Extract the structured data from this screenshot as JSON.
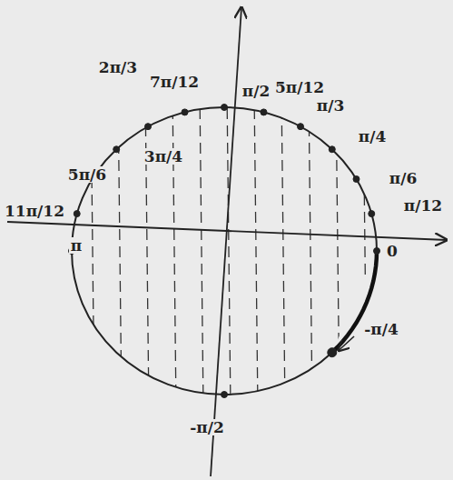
{
  "diagram": {
    "labels": [
      "2π/3",
      "7π/12",
      "π/2",
      "5π/12",
      "π/3",
      "π/4",
      "5π/6",
      "3π/4",
      "π/6",
      "π/12",
      "11π/12",
      "π",
      "0",
      "-π/4",
      "-π/2"
    ]
  }
}
